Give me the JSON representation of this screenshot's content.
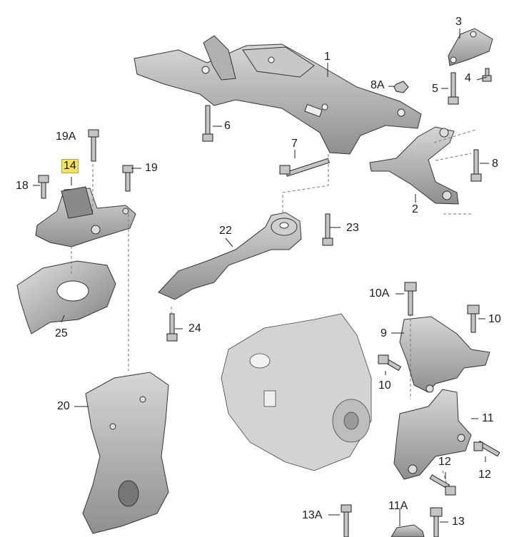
{
  "diagram": {
    "highlight_color": "#f3e26a",
    "part_color": "#b8b8b8",
    "part_dark": "#555555",
    "line_color": "#222222",
    "labels": {
      "p1": "1",
      "p2": "2",
      "p3": "3",
      "p4": "4",
      "p5": "5",
      "p6": "6",
      "p7": "7",
      "p8": "8",
      "p8a": "8A",
      "p9": "9",
      "p10a": "10A",
      "p10_right": "10",
      "p10_left": "10",
      "p11": "11",
      "p11a": "11A",
      "p12_top": "12",
      "p12_bottom": "12",
      "p13": "13",
      "p13a": "13A",
      "p14": "14",
      "p18": "18",
      "p19": "19",
      "p19a": "19A",
      "p20": "20",
      "p22": "22",
      "p23": "23",
      "p24": "24",
      "p25": "25"
    }
  }
}
